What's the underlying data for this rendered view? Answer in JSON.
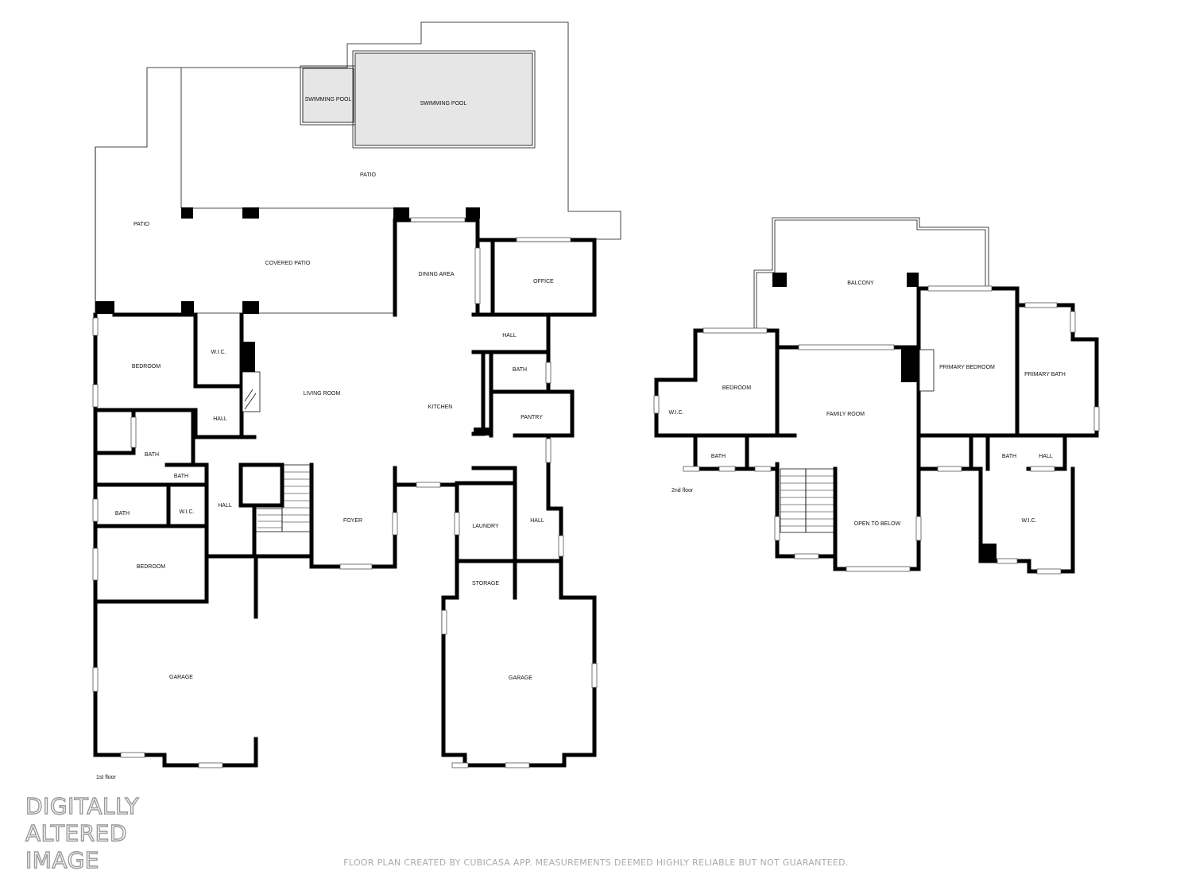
{
  "floors": [
    {
      "name": "1st floor",
      "rooms": {
        "swimming_pool_small": "SWIMMING POOL",
        "swimming_pool_large": "SWIMMING POOL",
        "patio_top": "PATIO",
        "patio_left": "PATIO",
        "covered_patio": "COVERED PATIO",
        "dining_area": "DINING AREA",
        "office": "OFFICE",
        "hall_upper": "HALL",
        "bedroom_upper": "BEDROOM",
        "wic_upper": "W.I.C.",
        "living_room": "LIVING ROOM",
        "kitchen": "KITCHEN",
        "bath_kitchen": "BATH",
        "pantry": "PANTRY",
        "hall_small": "HALL",
        "bath_left": "BATH",
        "bath_small": "BATH",
        "bath_lower": "BATH",
        "wic_lower": "W.I.C.",
        "hall_left": "HALL",
        "foyer": "FOYER",
        "laundry": "LAUNDRY",
        "hall_right": "HALL",
        "bedroom_lower": "BEDROOM",
        "storage": "STORAGE",
        "garage_left": "GARAGE",
        "garage_right": "GARAGE"
      }
    },
    {
      "name": "2nd floor",
      "rooms": {
        "balcony": "BALCONY",
        "bedroom": "BEDROOM",
        "wic_left": "W.I.C.",
        "family_room": "FAMILY ROOM",
        "primary_bedroom": "PRIMARY BEDROOM",
        "primary_bath": "PRIMARY BATH",
        "bath_left": "BATH",
        "bath_right": "BATH",
        "hall": "HALL",
        "open_to_below": "OPEN TO BELOW",
        "wic_right": "W.I.C."
      }
    }
  ],
  "watermark": [
    "DIGITALLY",
    "ALTERED",
    "IMAGE"
  ],
  "footer": "FLOOR PLAN CREATED BY CUBICASA APP. MEASUREMENTS DEEMED HIGHLY RELIABLE BUT NOT GUARANTEED."
}
